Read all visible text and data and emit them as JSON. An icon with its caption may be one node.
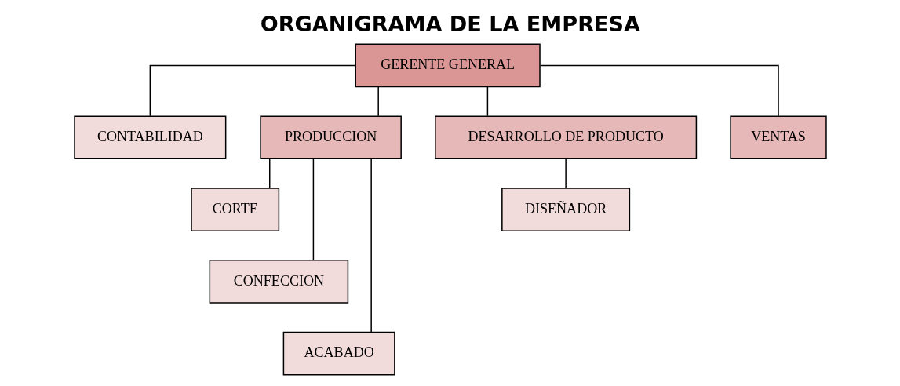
{
  "diagram": {
    "title": "ORGANIGRAMA DE LA EMPRESA",
    "nodes": [
      {
        "text": [
          "GERENTE GENERAL"
        ]
      },
      {
        "text": [
          "CONTABILIDAD"
        ]
      },
      {
        "text": [
          "PRODUCCION"
        ]
      },
      {
        "text": [
          "DESARROLLO DE PRODUCTO"
        ]
      },
      {
        "text": [
          "VENTAS"
        ]
      },
      {
        "text": [
          "CORTE"
        ]
      },
      {
        "text": [
          "DISEÑADOR"
        ]
      },
      {
        "text": [
          "CONFECCION"
        ]
      },
      {
        "text": [
          "ACABADO"
        ]
      }
    ],
    "edges": [
      {
        "from": 0,
        "to": 1,
        "arrow": "none"
      },
      {
        "from": 0,
        "to": 2,
        "arrow": "none"
      },
      {
        "from": 0,
        "to": 3,
        "arrow": "none"
      },
      {
        "from": 0,
        "to": 4,
        "arrow": "none"
      },
      {
        "from": 2,
        "to": 5,
        "arrow": "none"
      },
      {
        "from": 2,
        "to": 7,
        "arrow": "none"
      },
      {
        "from": 2,
        "to": 8,
        "arrow": "none"
      },
      {
        "from": 3,
        "to": 6,
        "arrow": "none"
      }
    ]
  }
}
